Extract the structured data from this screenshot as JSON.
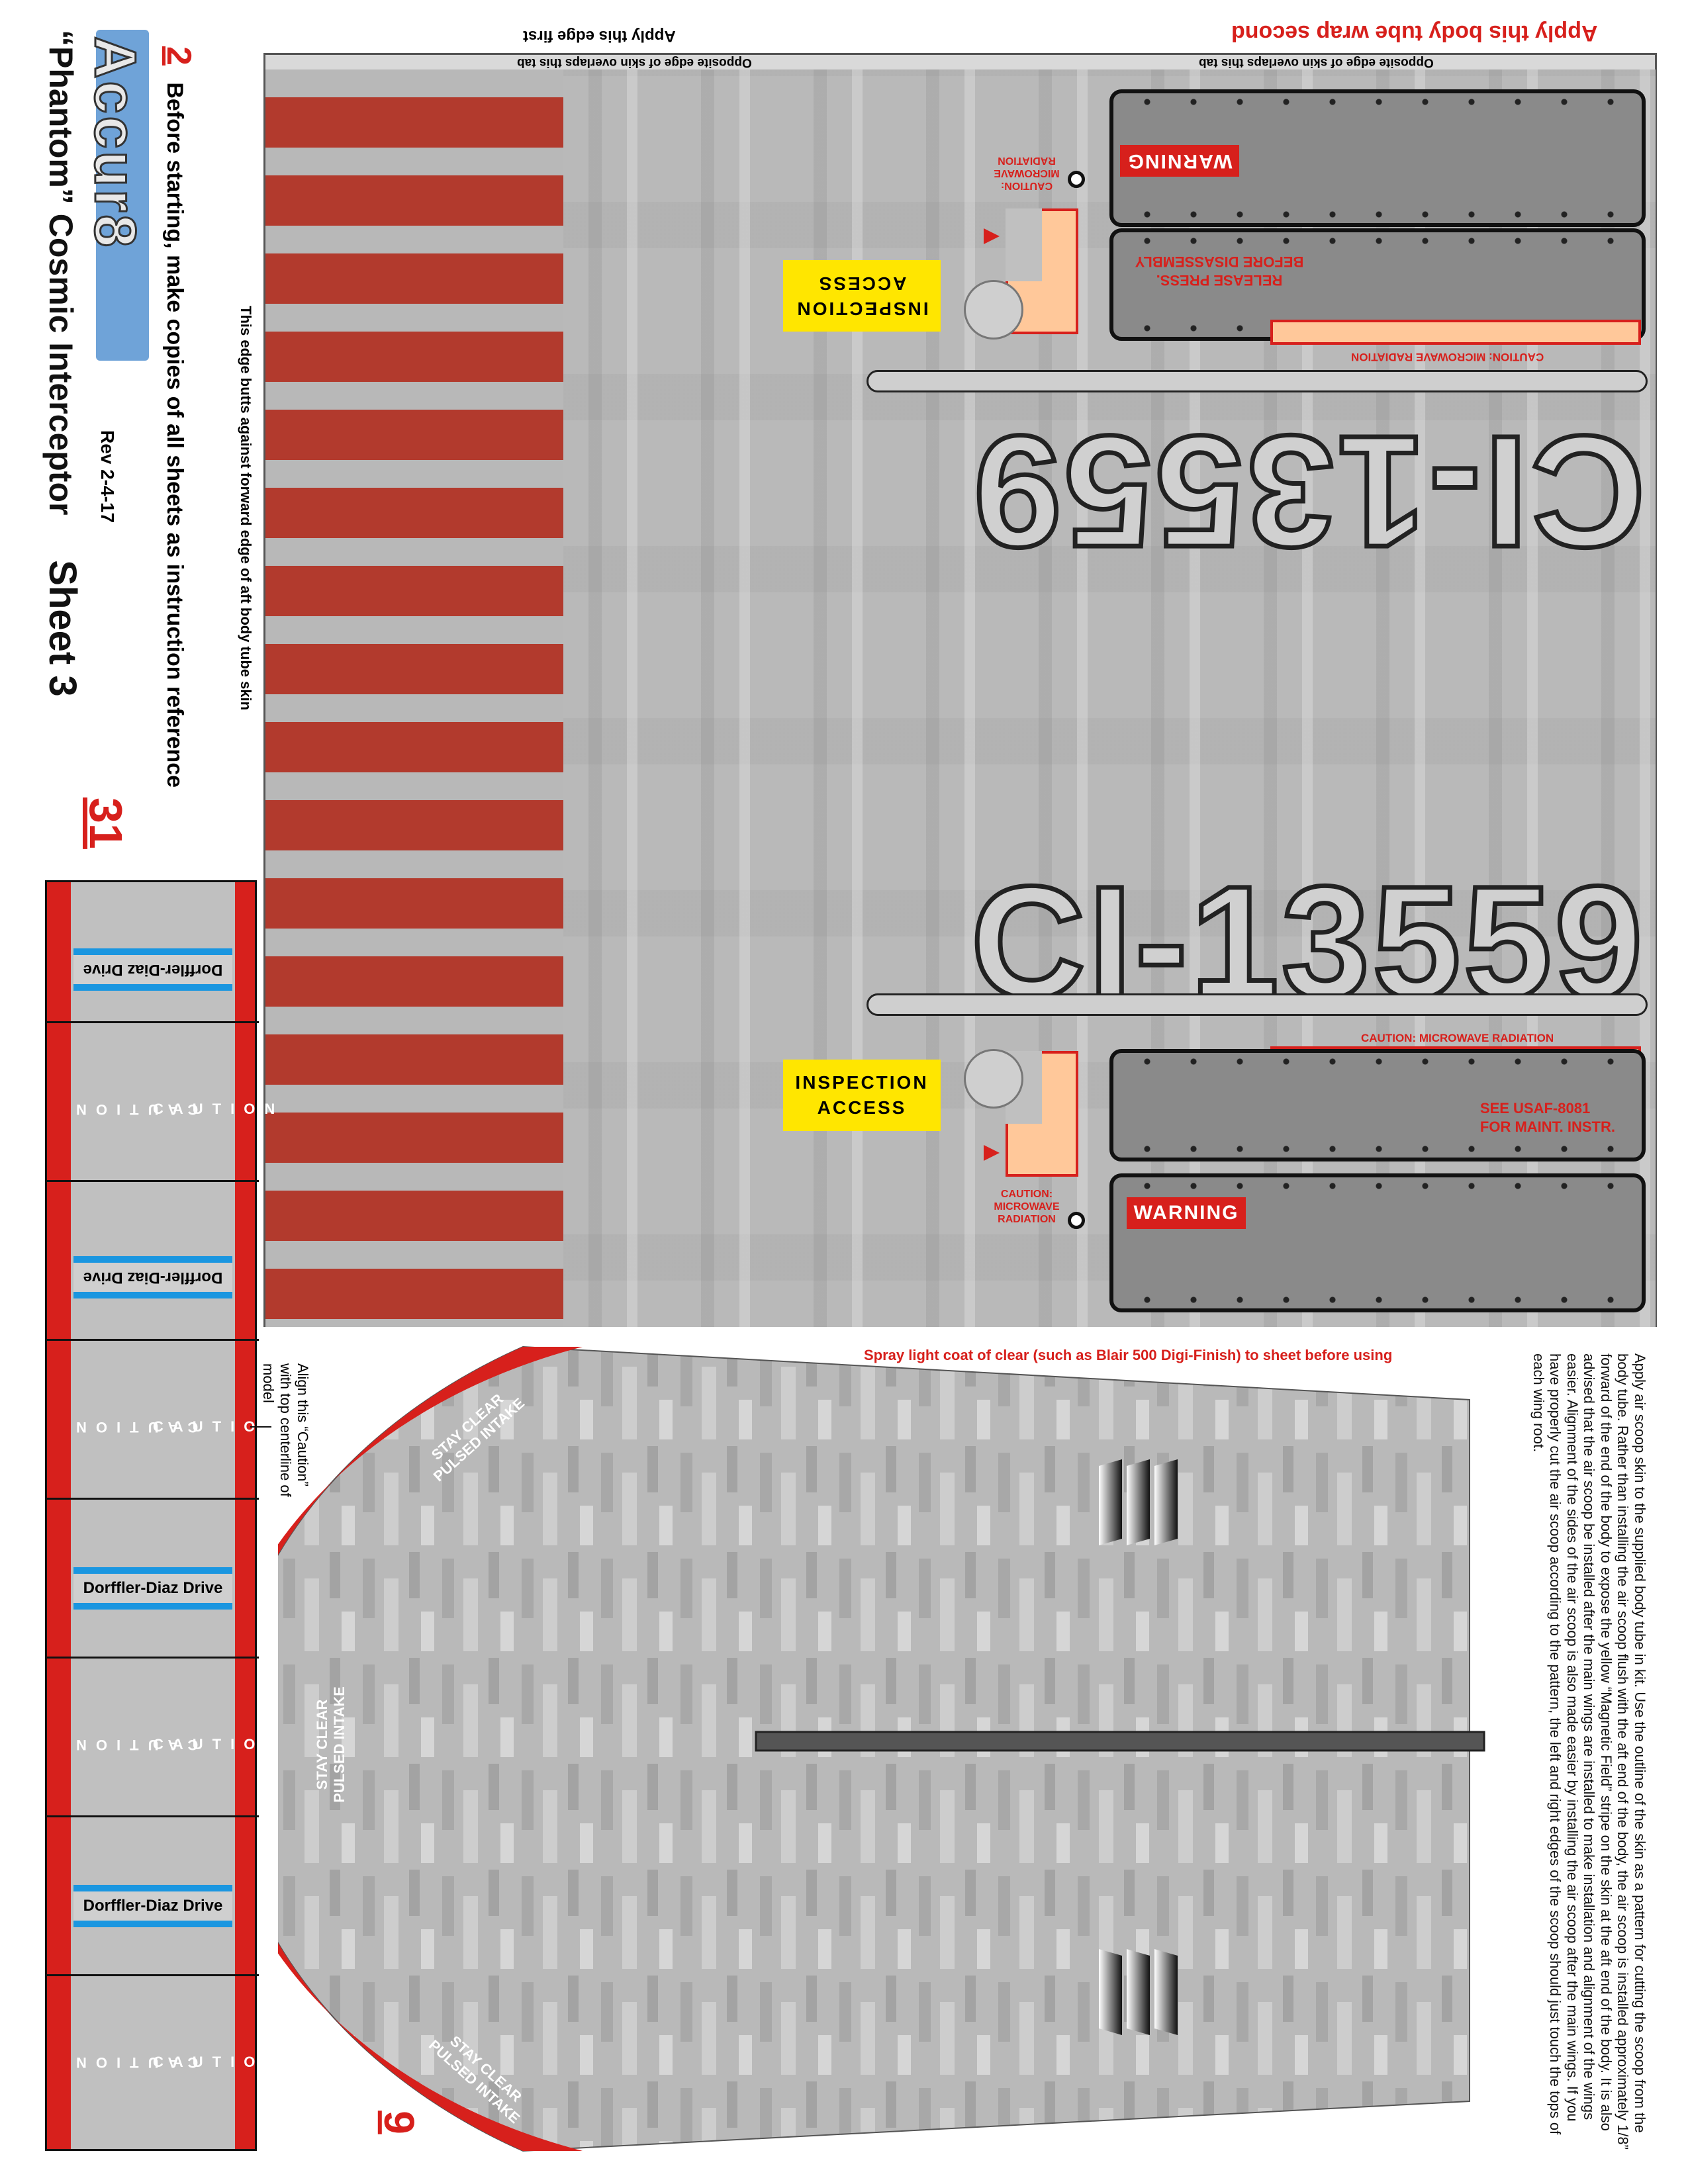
{
  "header": {
    "sheet_number": "2",
    "brand": "Accur8",
    "title": "“Phantom” Cosmic Interceptor",
    "sheet": "Sheet 3",
    "instruction": "Before starting, make copies of all sheets as instruction reference",
    "revision": "Rev 2-4-17",
    "part_number": "31"
  },
  "body_tube": {
    "edge_note": "This edge butts against forward edge of aft body tube skin",
    "apply_second": "Apply this body tube wrap second",
    "apply_first": "Apply this edge first",
    "overlap_left": "Opposite edge of skin overlaps this tab",
    "overlap_right": "Opposite edge of skin overlaps this tab",
    "registration": "CI-13559",
    "registration_mirror": "CI-13559",
    "warning": "WARNING",
    "caution_radiation": "CAUTION: MICROWAVE RADIATION",
    "caution_small": "CAUTION: MICROWAVE RADIATION",
    "caution_small_1": "CAUTION:",
    "caution_small_2": "MICROWAVE",
    "caution_small_3": "RADIATION",
    "release_1": "RELEASE PRESS.",
    "release_2": "BEFORE DISASSEMBLY",
    "see_usaf_1": "SEE USAF-8081",
    "see_usaf_2": "FOR MAINT.  INSTR.",
    "inspection_1": "INSPECTION",
    "inspection_2": "ACCESS"
  },
  "strip": {
    "drive_label": "Dorffler-Diaz Drive",
    "caution": "CAUTION",
    "align_note": "Align this “Caution” with top centerline of model"
  },
  "scoop": {
    "spray_note": "Spray light coat of clear (such as Blair 500 Digi-Finish) to sheet before using",
    "part_number": "9",
    "stay_clear_1": "STAY CLEAR",
    "stay_clear_2": "PULSED INTAKE",
    "instructions": "Apply air scoop skin to the supplied body tube in kit. Use the outline of the skin as a pattern for cutting the scoop from the body tube. Rather than installing the air scoop flush with the aft end of the body, the air scoop is installed approximately 1/8” forward of the end of the body to expose the yellow “Magnetic Field” stripe on the skin at the aft end of the body. It is also advised that the air scoop be installed after the main wings are installed to make installation and alignment of the wings easier. Alignment of the sides of the air scoop is also made easier by installing the air scoop after the main wings. If you have properly cut the air scoop according to the pattern, the left and right edges of the scoop should just touch the tops of each wing root."
  },
  "colors": {
    "red": "#d7201c",
    "yellow": "#ffe600",
    "blue": "#1a96e0",
    "gray": "#b9b9b9",
    "peach": "#ffc89a"
  }
}
